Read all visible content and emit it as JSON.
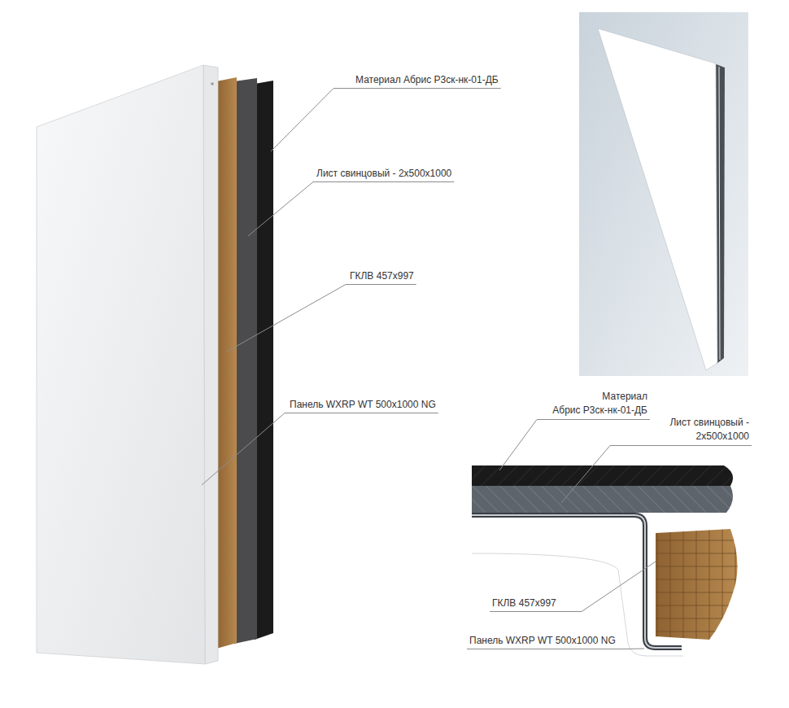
{
  "diagram": {
    "labels": [
      "Материал Абрис Р3ск-нк-01-ДБ",
      "Лист свинцовый - 2х500х1000",
      "ГКЛВ 457х997",
      "Панель WXRP WT 500х1000 NG",
      "Материал Абрис Р3ск-нк-01-ДБ",
      "Лист свинцовый - 2х500х1000",
      "ГКЛВ 457х997",
      "Панель WXRP WT 500х1000 NG"
    ]
  }
}
